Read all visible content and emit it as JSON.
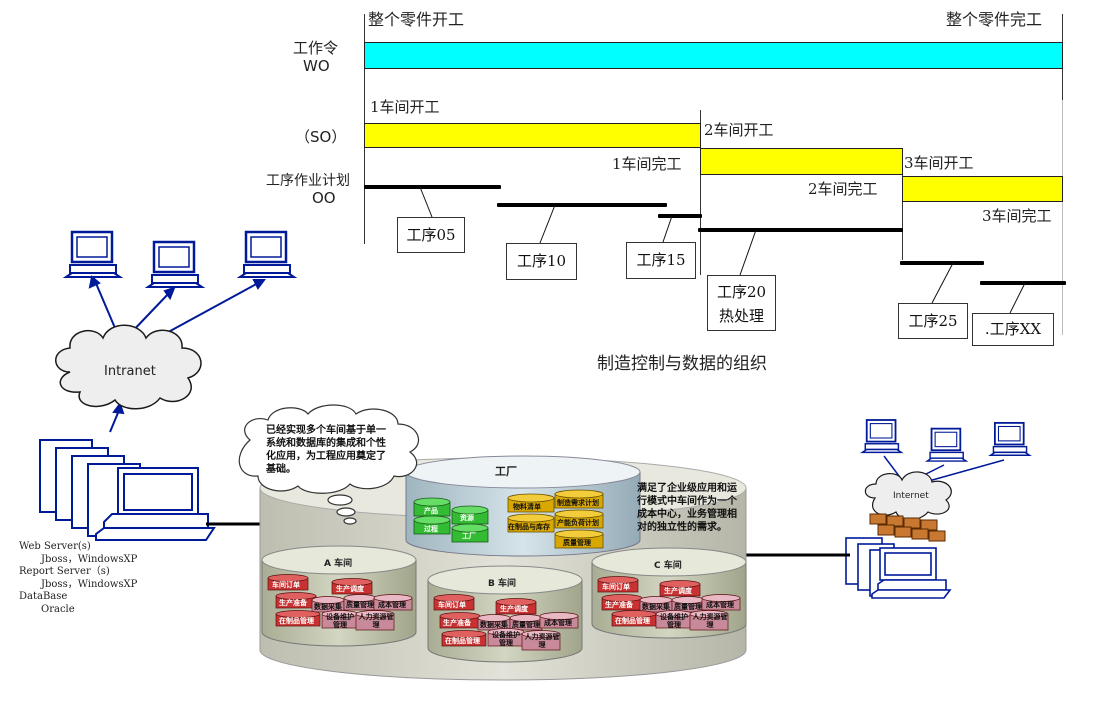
{
  "timeline": {
    "start_label": "整个零件开工",
    "end_label": "整个零件完工",
    "row_wo_label_cn": "工作令",
    "row_wo_label_en": "WO",
    "row_so_label": "（SO）",
    "row_oo_label_cn": "工序作业计划",
    "row_oo_label_en": "OO",
    "so_events": {
      "s1_start": "1车间开工",
      "s1_end": "1车间完工",
      "s2_start": "2车间开工",
      "s2_end": "2车间完工",
      "s3_start": "3车间开工",
      "s3_end": "3车间完工"
    },
    "operations": [
      "工序05",
      "工序10",
      "工序15",
      "工序20",
      "热处理",
      "工序25",
      ".工序XX"
    ],
    "caption": "制造控制与数据的组织",
    "colors": {
      "wo_bar": "#00ffff",
      "so_bar": "#ffff00"
    }
  },
  "network": {
    "intranet_label": "Intranet",
    "internet_label": "Internet",
    "servers": [
      "Web Server(s)",
      "Jboss，WindowsXP",
      "Report Server（s)",
      "Jboss，WindowsXP",
      "DataBase",
      "Oracle"
    ]
  },
  "factory": {
    "title": "工厂",
    "callout_left": "已经实现多个车间基于单一系统和数据库的集成和个性化应用，为工程应用奠定了基础。",
    "callout_right": "满足了企业级应用和运行模式中车间作为一个成本中心，业务管理相对的独立性的需求。",
    "factory_modules": [
      "产品",
      "资源",
      "过程",
      "工厂",
      "物料清单",
      "制造需求计划",
      "在制品与库存",
      "产能负荷计划",
      "质量管理"
    ],
    "workshops": [
      {
        "title": "A 车间",
        "modules": [
          "车间订单",
          "生产调度",
          "生产准备",
          "数据采集",
          "质量管理",
          "成本管理",
          "在制品管理",
          "设备维护管理",
          "人力资源管理"
        ]
      },
      {
        "title": "B 车间",
        "modules": [
          "车间订单",
          "生产调度",
          "生产准备",
          "数据采集",
          "质量管理",
          "成本管理",
          "在制品管理",
          "设备维护管理",
          "人力资源管理"
        ]
      },
      {
        "title": "C 车间",
        "modules": [
          "车间订单",
          "生产调度",
          "生产准备",
          "数据采集",
          "质量管理",
          "成本管理",
          "在制品管理",
          "设备维护管理",
          "人力资源管理"
        ]
      }
    ]
  }
}
